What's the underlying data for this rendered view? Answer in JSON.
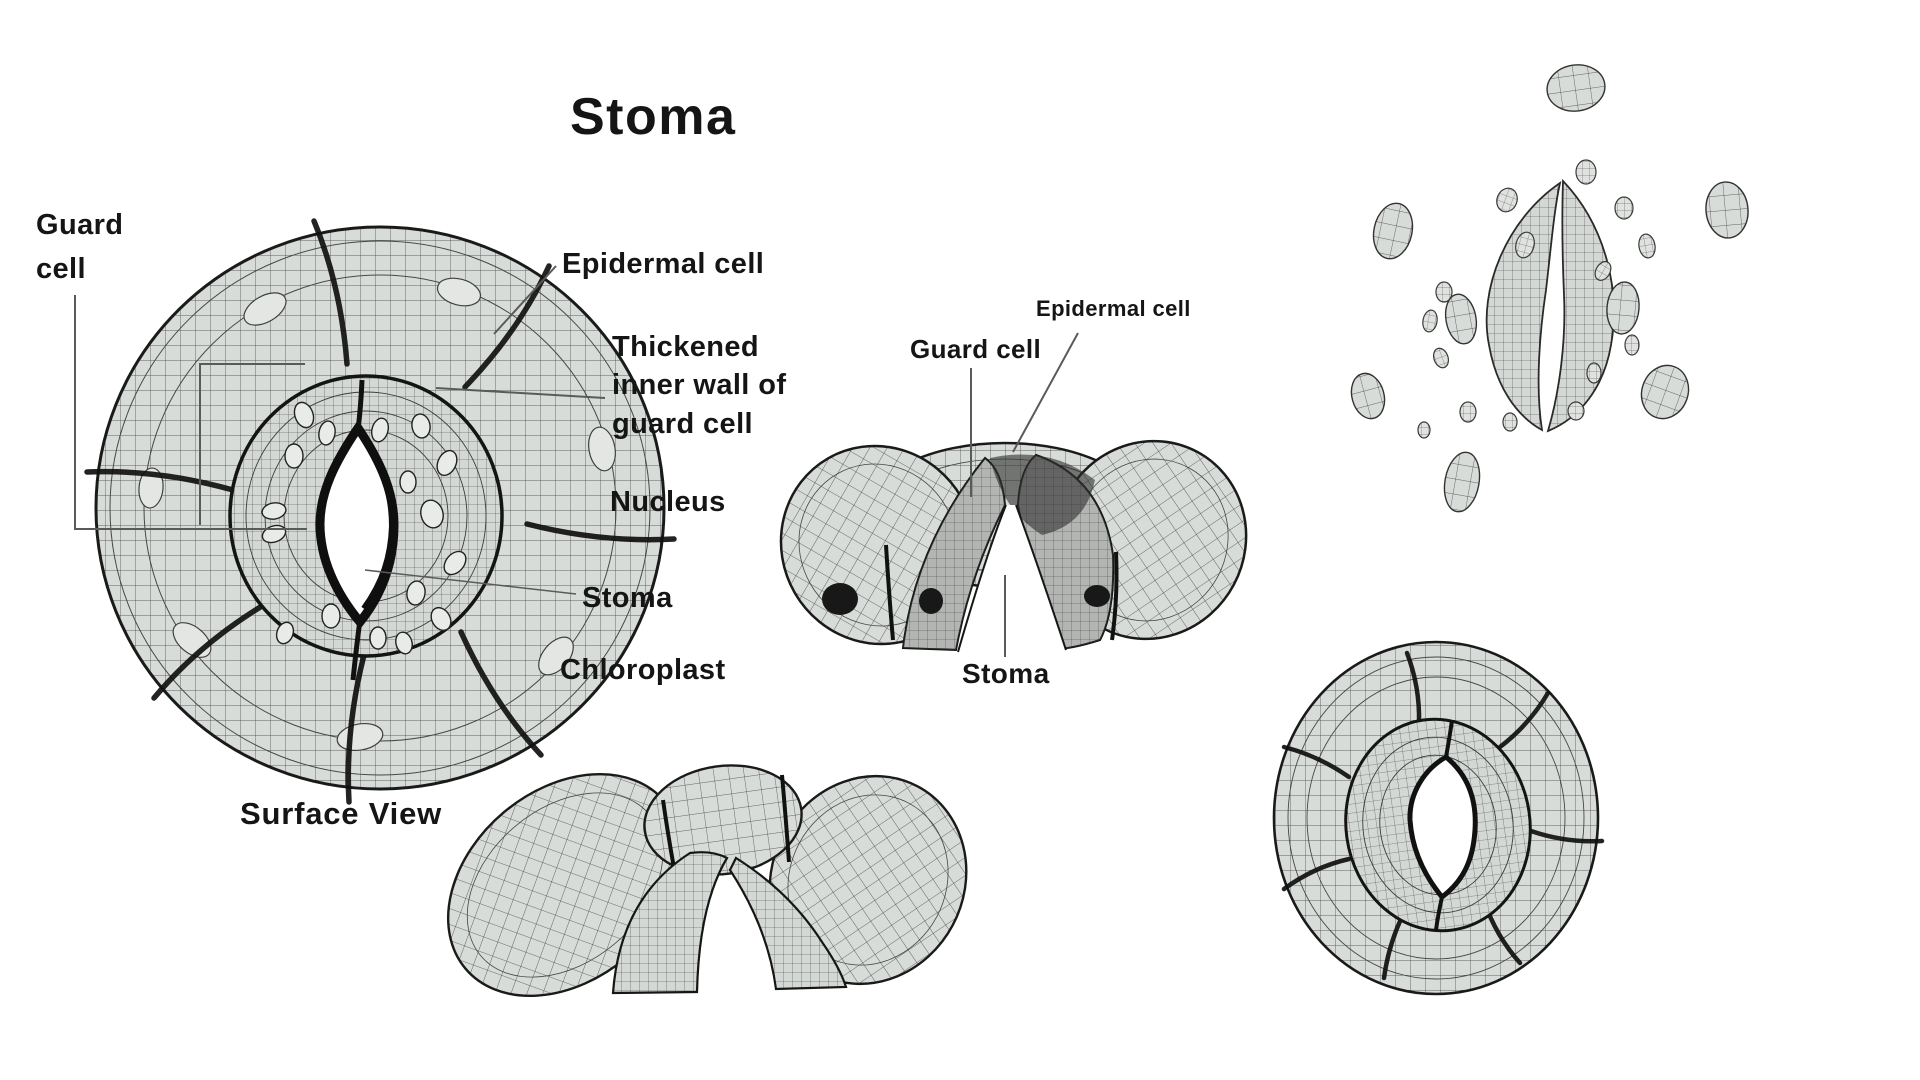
{
  "page": {
    "title": "Stoma"
  },
  "surface_view": {
    "caption": "Surface View",
    "labels": {
      "guard_cell": "Guard cell",
      "epidermal_cell": "Epidermal cell",
      "thickened_inner_wall": "Thickened inner wall of guard cell",
      "nucleus": "Nucleus",
      "stoma": "Stoma",
      "chloroplast": "Chloroplast"
    }
  },
  "section_view": {
    "labels": {
      "epidermal_cell": "Epidermal cell",
      "guard_cell": "Guard cell",
      "stoma": "Stoma"
    }
  },
  "colors": {
    "background": "#ffffff",
    "cell_fill": "#d8dcd8",
    "wireframe": "#333333",
    "ink": "#141414",
    "leader_line": "#5a5a5a"
  }
}
